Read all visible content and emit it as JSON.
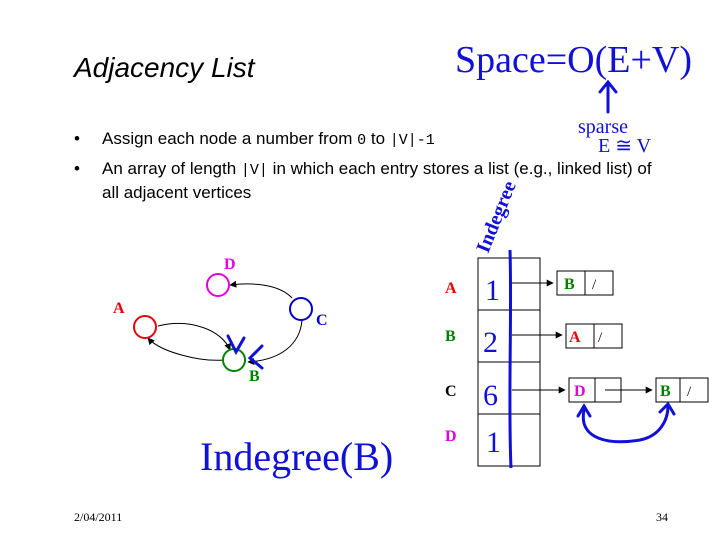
{
  "title": "Adjacency List",
  "bullets": [
    {
      "pre": "Assign each node a number from ",
      "code1": "0",
      "mid": " to ",
      "code2": "|V|-1",
      "post": ""
    },
    {
      "pre": "An array of length ",
      "code1": "|V|",
      "post": " in which each entry stores a list (e.g., linked list) of all adjacent vertices"
    }
  ],
  "graph": {
    "nodes": [
      {
        "label": "A",
        "color": "#e8000b"
      },
      {
        "label": "B",
        "color": "#008000"
      },
      {
        "label": "C",
        "color": "#0000c8"
      },
      {
        "label": "D",
        "color": "#e000e0"
      }
    ]
  },
  "array_rows": [
    {
      "label": "A",
      "label_color": "#e8000b",
      "indegree": "1",
      "list": [
        {
          "node": "B",
          "color": "#008000"
        }
      ]
    },
    {
      "label": "B",
      "label_color": "#008000",
      "indegree": "2",
      "list": [
        {
          "node": "A",
          "color": "#e8000b"
        }
      ]
    },
    {
      "label": "C",
      "label_color": "#000000",
      "indegree": "6",
      "list": [
        {
          "node": "D",
          "color": "#e000e0"
        },
        {
          "node": "B",
          "color": "#008000"
        }
      ]
    },
    {
      "label": "D",
      "label_color": "#e000e0",
      "indegree": "1",
      "list": []
    }
  ],
  "list_null": "/",
  "annotations": {
    "space": "Space=O(E+V)",
    "sparse": "sparse",
    "approx": "E ≅ V",
    "indegree_col": "Indegree",
    "indegree_b": "Indegree(B)"
  },
  "ink_color": "#1010d8",
  "footer": {
    "date": "2/04/2011",
    "page": "34"
  }
}
